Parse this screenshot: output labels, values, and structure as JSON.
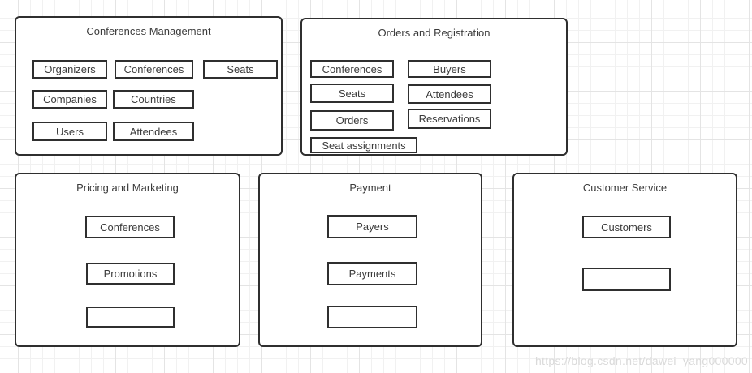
{
  "colors": {
    "shape_border": "#2f2f2f",
    "shape_fill": "#ffffff",
    "text": "#3b3b3b",
    "grid_minor": "#f1f1f1",
    "grid_major": "#e4e4e4",
    "watermark_text": "#dadada"
  },
  "watermark": {
    "text": "https://blog.csdn.net/dawei_yang000000"
  },
  "containers": [
    {
      "title": "Conferences Management",
      "items": [
        {
          "label": "Organizers"
        },
        {
          "label": "Conferences"
        },
        {
          "label": "Seats"
        },
        {
          "label": "Companies"
        },
        {
          "label": "Countries"
        },
        {
          "label": "Users"
        },
        {
          "label": "Attendees"
        }
      ]
    },
    {
      "title": "Orders and Registration",
      "items": [
        {
          "label": "Conferences"
        },
        {
          "label": "Buyers"
        },
        {
          "label": "Seats"
        },
        {
          "label": "Attendees"
        },
        {
          "label": "Orders"
        },
        {
          "label": "Reservations"
        },
        {
          "label": "Seat assignments"
        }
      ]
    },
    {
      "title": "Pricing and Marketing",
      "items": [
        {
          "label": "Conferences"
        },
        {
          "label": "Promotions"
        },
        {
          "label": ""
        }
      ]
    },
    {
      "title": "Payment",
      "items": [
        {
          "label": "Payers"
        },
        {
          "label": "Payments"
        },
        {
          "label": ""
        }
      ]
    },
    {
      "title": "Customer Service",
      "items": [
        {
          "label": "Customers"
        },
        {
          "label": ""
        }
      ]
    }
  ]
}
